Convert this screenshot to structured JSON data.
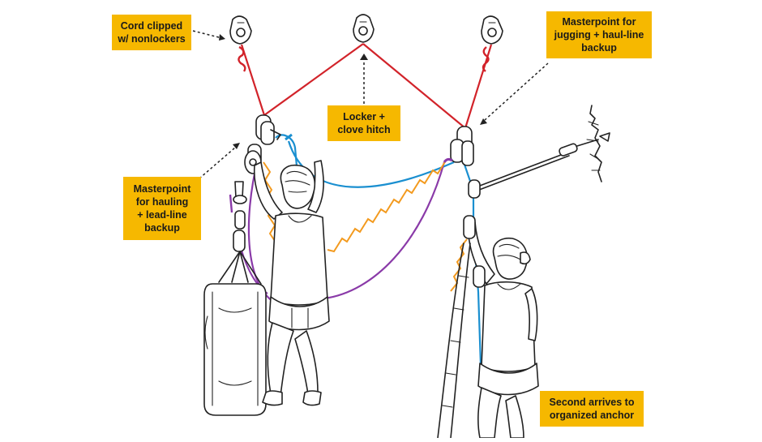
{
  "callouts": {
    "cord_clipped": "Cord clipped\nw/ nonlockers",
    "locker_clove": "Locker +\nclove hitch",
    "masterpoint_jugging": "Masterpoint for\njugging + haul-line\nbackup",
    "masterpoint_hauling": "Masterpoint\nfor hauling\n+ lead-line\nbackup",
    "second_arrives": "Second arrives to\norganized anchor"
  },
  "colors": {
    "callout_bg": "#f6b800",
    "cord": "#d2232a",
    "blue_rope": "#1a8fd0",
    "purple_rope": "#8a3aa8",
    "orange_sling": "#f39a1e",
    "line_art": "#222222"
  }
}
